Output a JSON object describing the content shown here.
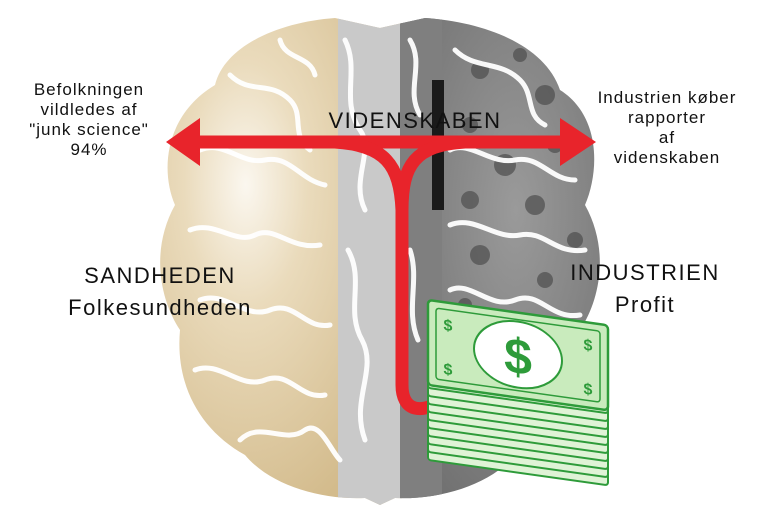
{
  "labels": {
    "left_note": [
      "Befolkningen",
      "vildledes af",
      "\"junk science\"",
      "94%"
    ],
    "right_note": [
      "Industrien køber",
      "rapporter",
      "af",
      "videnskaben"
    ],
    "center_title": "VIDENSKABEN",
    "left_title": "SANDHEDEN",
    "left_subtitle": "Folkesundheden",
    "right_title": "INDUSTRIEN",
    "right_subtitle": "Profit",
    "money_symbol": "$"
  },
  "colors": {
    "left_brain": "#d8c39a",
    "left_brain_highlight": "#f7f1e6",
    "center_band": "#c9c9c9",
    "right_brain": "#8e8e8e",
    "right_brain_dark": "#5e5e5e",
    "arrow": "#e8242b",
    "money_light": "#dff3d6",
    "money_green": "#2e9b3a",
    "text": "#111111"
  },
  "icons": {
    "arrows": "red-fork-arrow-icon",
    "money": "dollar-bill-stack-icon",
    "brain": "brain-illustration-icon"
  }
}
